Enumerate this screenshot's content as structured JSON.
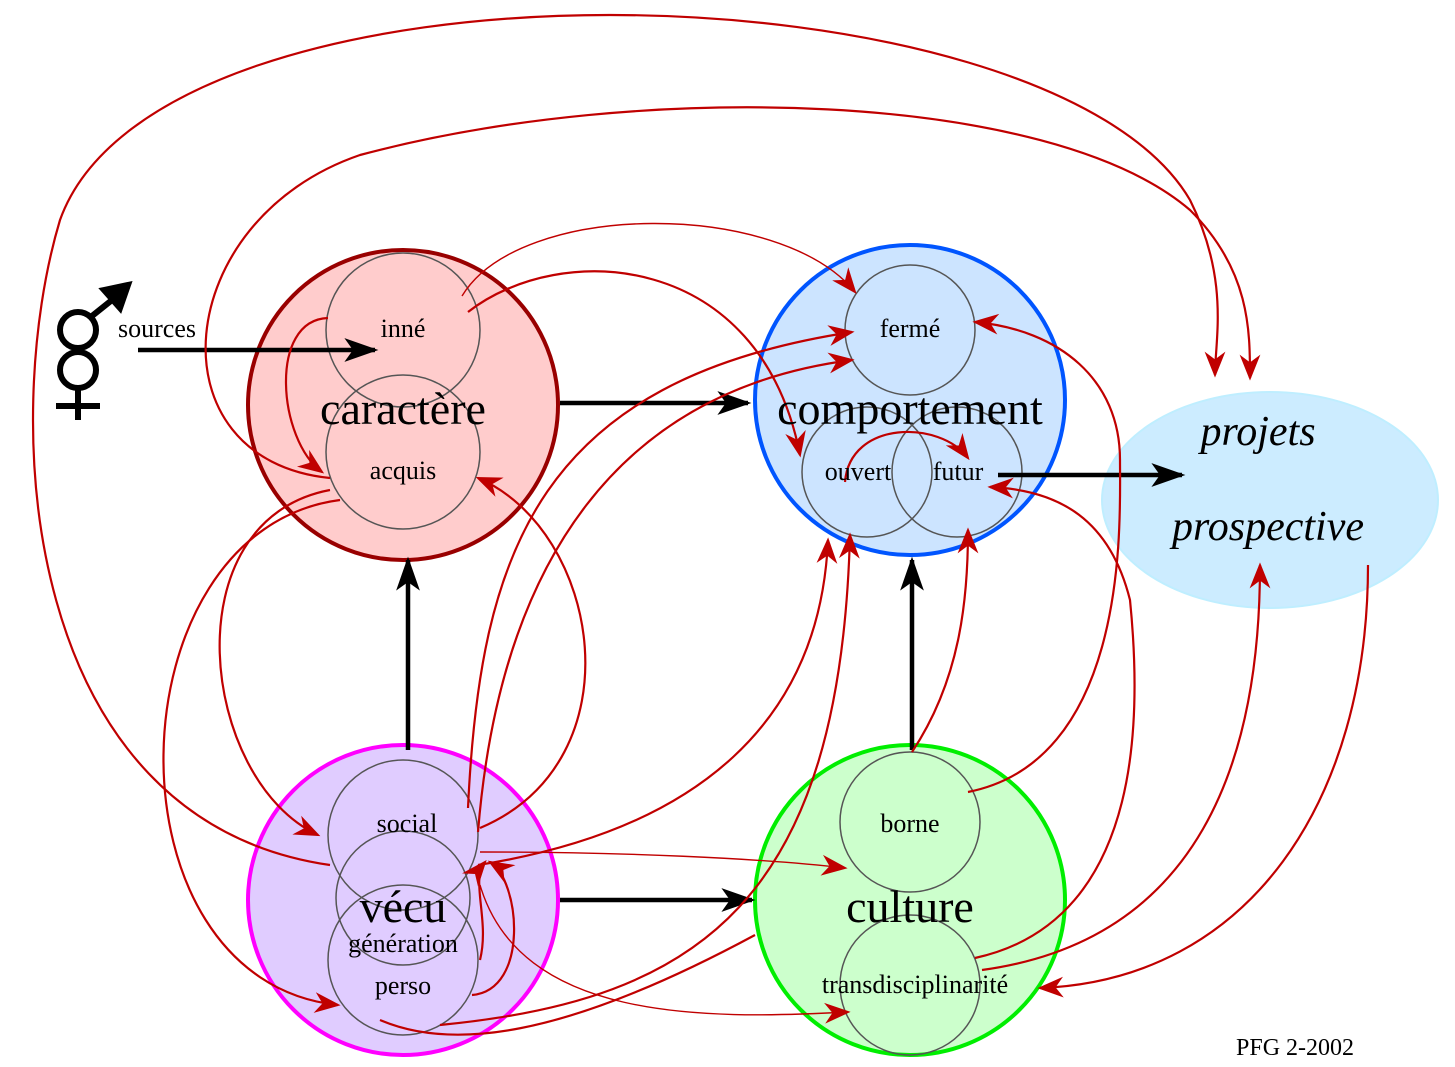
{
  "nodes": {
    "caractere": {
      "label": "caractère",
      "color": "#990000",
      "fill": "#ffcccc",
      "subs": {
        "inne": "inné",
        "acquis": "acquis"
      }
    },
    "comportement": {
      "label": "comportement",
      "color": "#0055ff",
      "fill": "#cce4ff",
      "subs": {
        "ferme": "fermé",
        "ouvert": "ouvert",
        "futur": "futur"
      }
    },
    "vecu": {
      "label": "vécu",
      "color": "#ff00ff",
      "fill": "#e0ccff",
      "subs": {
        "social": "social",
        "generation": "génération",
        "perso": "perso"
      }
    },
    "culture": {
      "label": "culture",
      "color": "#00ee00",
      "fill": "#ccffcc",
      "subs": {
        "borne": "borne",
        "transdisciplinarite": "transdisciplinarité"
      }
    },
    "projets": {
      "line1": "projets",
      "line2": "prospective",
      "fill": "#ccecff"
    }
  },
  "sources_label": "sources",
  "signature": "PFG 2-2002",
  "colors": {
    "arrow_red": "#c00000",
    "arrow_black": "#000000"
  }
}
